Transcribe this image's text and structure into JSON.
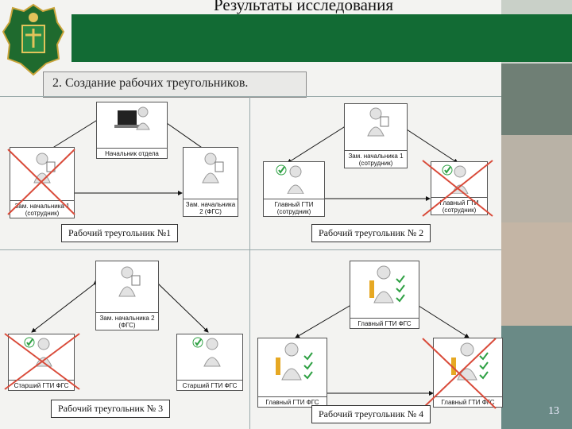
{
  "header": {
    "title": "Результаты исследования",
    "section_title": "2. Создание рабочих треугольников."
  },
  "page_number": "13",
  "colors": {
    "header_band": "#126b34",
    "cross": "#d94b3a",
    "check": "#2ea043"
  },
  "triangles": [
    {
      "caption": "Рабочий треугольник №1",
      "nodes": [
        {
          "label": "Начальник отдела",
          "icon": "person-at-laptop-icon",
          "crossed": false
        },
        {
          "label": "Зам. начальника 1 (сотрудник)",
          "icon": "person-with-clipboard-icon",
          "crossed": true
        },
        {
          "label": "Зам. начальника 2 (ФГС)",
          "icon": "person-with-clipboard-icon",
          "crossed": false
        }
      ]
    },
    {
      "caption": "Рабочий треугольник № 2",
      "nodes": [
        {
          "label": "Зам. начальника 1 (сотрудник)",
          "icon": "person-with-clipboard-icon",
          "crossed": false
        },
        {
          "label": "Главный ГТИ (сотрудник)",
          "icon": "person-with-checkmark-icon",
          "crossed": false
        },
        {
          "label": "Главный ГТИ (сотрудник)",
          "icon": "person-with-checkmark-icon",
          "crossed": true
        }
      ]
    },
    {
      "caption": "Рабочий треугольник № 3",
      "nodes": [
        {
          "label": "Зам. начальника 2 (ФГС)",
          "icon": "person-with-clipboard-icon",
          "crossed": false
        },
        {
          "label": "Старший ГТИ ФГС",
          "icon": "person-with-checkmark-icon",
          "crossed": true
        },
        {
          "label": "Старший ГТИ ФГС",
          "icon": "person-with-checkmark-icon",
          "crossed": false
        }
      ]
    },
    {
      "caption": "Рабочий треугольник № 4",
      "nodes": [
        {
          "label": "Главный ГТИ ФГС",
          "icon": "person-with-checklist-icon",
          "crossed": false
        },
        {
          "label": "Главный ГТИ ФГС",
          "icon": "person-with-checklist-icon",
          "crossed": false
        },
        {
          "label": "Главный ГТИ ФГС",
          "icon": "person-with-checklist-icon",
          "crossed": true
        }
      ]
    }
  ]
}
